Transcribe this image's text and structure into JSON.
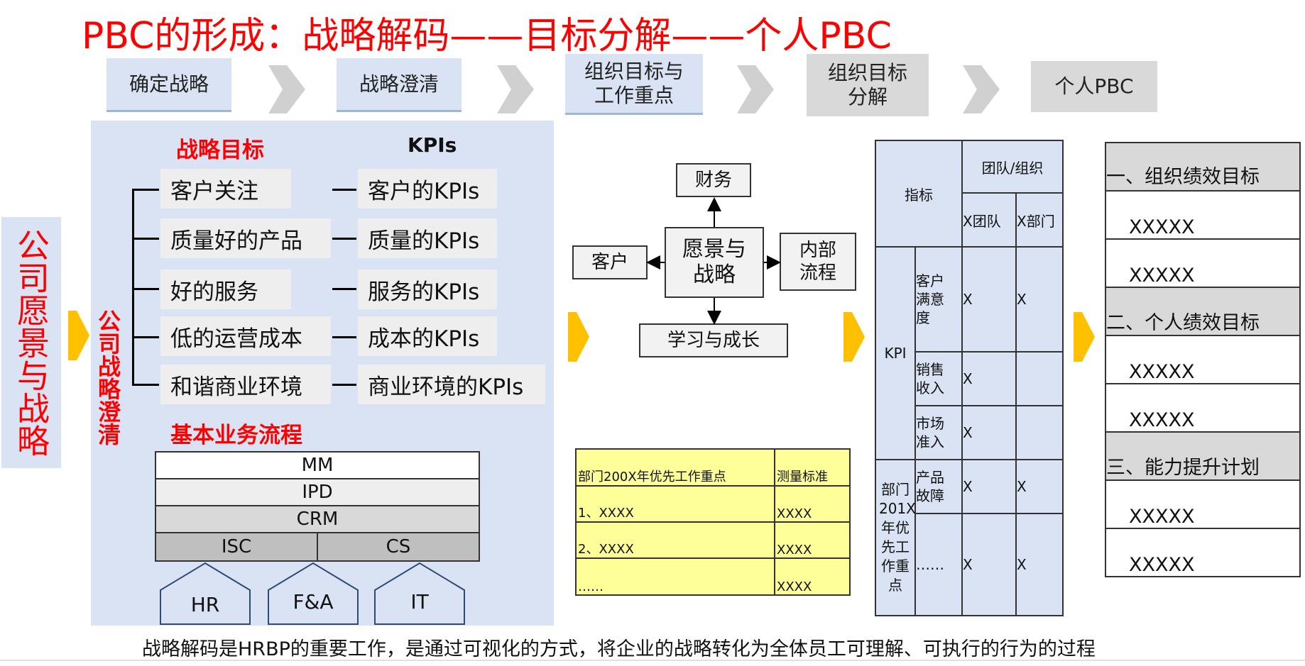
{
  "title": "PBC的形成：战略解码——目标分解——个人PBC",
  "steps": [
    "确定战略",
    "战略澄清",
    "组织目标与工作重点",
    "组织目标分解",
    "个人PBC"
  ],
  "step_lines": {
    "s3a": "组织目标与",
    "s3b": "工作重点",
    "s4a": "组织目标",
    "s4b": "分解"
  },
  "left_vertical": "公司愿景与战略",
  "clarify_vertical": "公司战略澄清",
  "strategy_header": "战略目标",
  "kpi_header": "KPIs",
  "goals": [
    "客户关注",
    "质量好的产品",
    "好的服务",
    "低的运营成本",
    "和谐商业环境"
  ],
  "kpis": [
    "客户的KPIs",
    "质量的KPIs",
    "服务的KPIs",
    "成本的KPIs",
    "商业环境的KPIs"
  ],
  "process_header": "基本业务流程",
  "process_rows": [
    "MM",
    "IPD",
    "CRM"
  ],
  "process_split": [
    "ISC",
    "CS"
  ],
  "support": [
    "HR",
    "F&A",
    "IT"
  ],
  "bsc": {
    "center_a": "愿景与",
    "center_b": "战略",
    "top": "财务",
    "left": "客户",
    "right_a": "内部",
    "right_b": "流程",
    "bottom": "学习与成长"
  },
  "yellow_table": {
    "header": [
      "部门200X年优先工作重点",
      "测量标准"
    ],
    "rows": [
      [
        "1、XXXX",
        "XXXX"
      ],
      [
        "2、XXXX",
        "XXXX"
      ],
      [
        "……",
        "XXXX"
      ]
    ]
  },
  "kpi_table": {
    "indicator": "指标",
    "team_org": "团队/组织",
    "team": "X团队",
    "dept": "X部门",
    "kpi_label": "KPI",
    "kpi_items": [
      {
        "name": "客户满意度",
        "team": "X",
        "dept": "X"
      },
      {
        "name": "销售收入",
        "team": "X",
        "dept": ""
      },
      {
        "name": "市场准入",
        "team": "X",
        "dept": ""
      }
    ],
    "dept_label": "部门201X年优先工作重点",
    "dept_items": [
      {
        "name": "产品故障",
        "team": "X",
        "dept": "X"
      },
      {
        "name": "……",
        "team": "X",
        "dept": "X"
      }
    ]
  },
  "pbc_list": {
    "sec1": "一、组织绩效目标",
    "sec2": "二、个人绩效目标",
    "sec3": "三、能力提升计划",
    "item": "XXXXX"
  },
  "footer": "战略解码是HRBP的重要工作，是通过可视化的方式，将企业的战略转化为全体员工可理解、可执行的行为的过程",
  "colors": {
    "red": "#ff0000",
    "panel_blue": "#dae3f3",
    "step_grey": "#d9d9d9",
    "arrow_grey": "#d0d0d0",
    "arrow_yellow": "#ffc000",
    "yellow_fill": "#ffff99",
    "light_grey": "#eeeeee"
  }
}
